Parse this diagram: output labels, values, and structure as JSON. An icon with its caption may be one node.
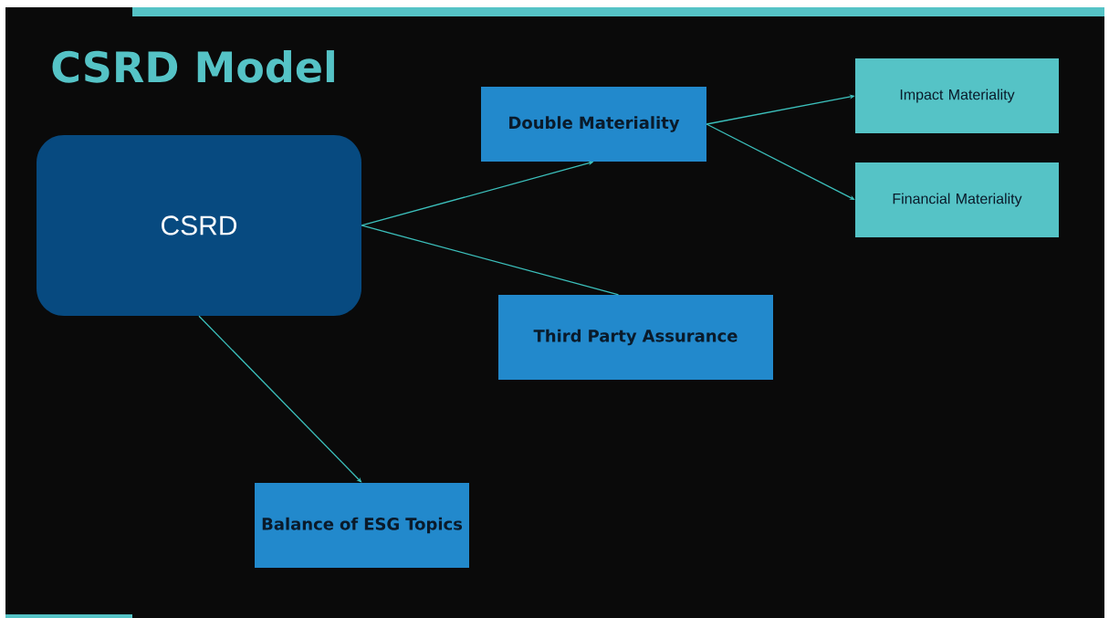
{
  "diagram": {
    "title": "CSRD Model",
    "nodes": [
      {
        "text": [
          "CSRD"
        ]
      },
      {
        "text": [
          "Double Materiality"
        ]
      },
      {
        "text": [
          "Impact Materiality"
        ]
      },
      {
        "text": [
          "Financial Materiality"
        ]
      },
      {
        "text": [
          "Third Party Assurance"
        ]
      },
      {
        "text": [
          "Balance of ESG Topics"
        ]
      }
    ],
    "edges": [
      {
        "from": 0,
        "to": 1,
        "arrow": "to"
      },
      {
        "from": 0,
        "to": 4,
        "arrow": "none"
      },
      {
        "from": 0,
        "to": 5,
        "arrow": "to"
      },
      {
        "from": 1,
        "to": 2,
        "arrow": "to"
      },
      {
        "from": 1,
        "to": 3,
        "arrow": "to"
      }
    ]
  }
}
